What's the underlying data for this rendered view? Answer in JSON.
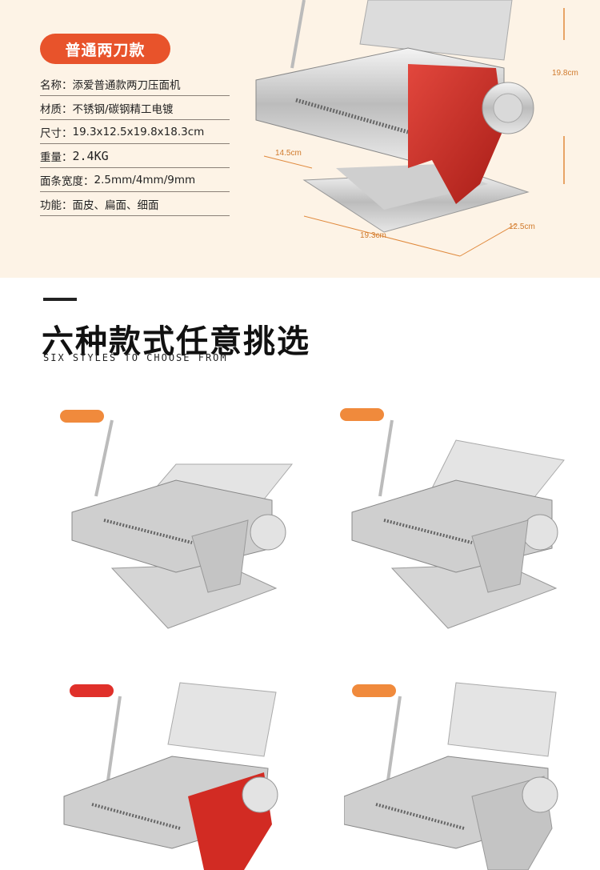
{
  "header": {
    "badge": "普通两刀款",
    "specs": [
      {
        "label": "名称：",
        "value": "添爱普通款两刀压面机"
      },
      {
        "label": "材质：",
        "value": "不锈钢/碳钢精工电镀"
      },
      {
        "label": "尺寸：",
        "value": "19.3x12.5x19.8x18.3cm"
      },
      {
        "label": "重量：",
        "value": "2.4KG"
      },
      {
        "label": "面条宽度：",
        "value": "2.5mm/4mm/9mm"
      },
      {
        "label": "功能：",
        "value": "面皮、扁面、细面"
      }
    ],
    "dimensions": {
      "height": "19.8cm",
      "depth": "14.5cm",
      "width": "19.3cm",
      "length": "12.5cm"
    }
  },
  "styles_section": {
    "title": "六种款式任意挑选",
    "subtitle": "SIX STYLES TO CHOOSE FROM"
  },
  "colors": {
    "accent": "#e8532b",
    "background_top": "#fdf3e6",
    "red_body": "#d22b23",
    "handle_orange": "#f08a3c",
    "handle_red": "#e0302a"
  }
}
